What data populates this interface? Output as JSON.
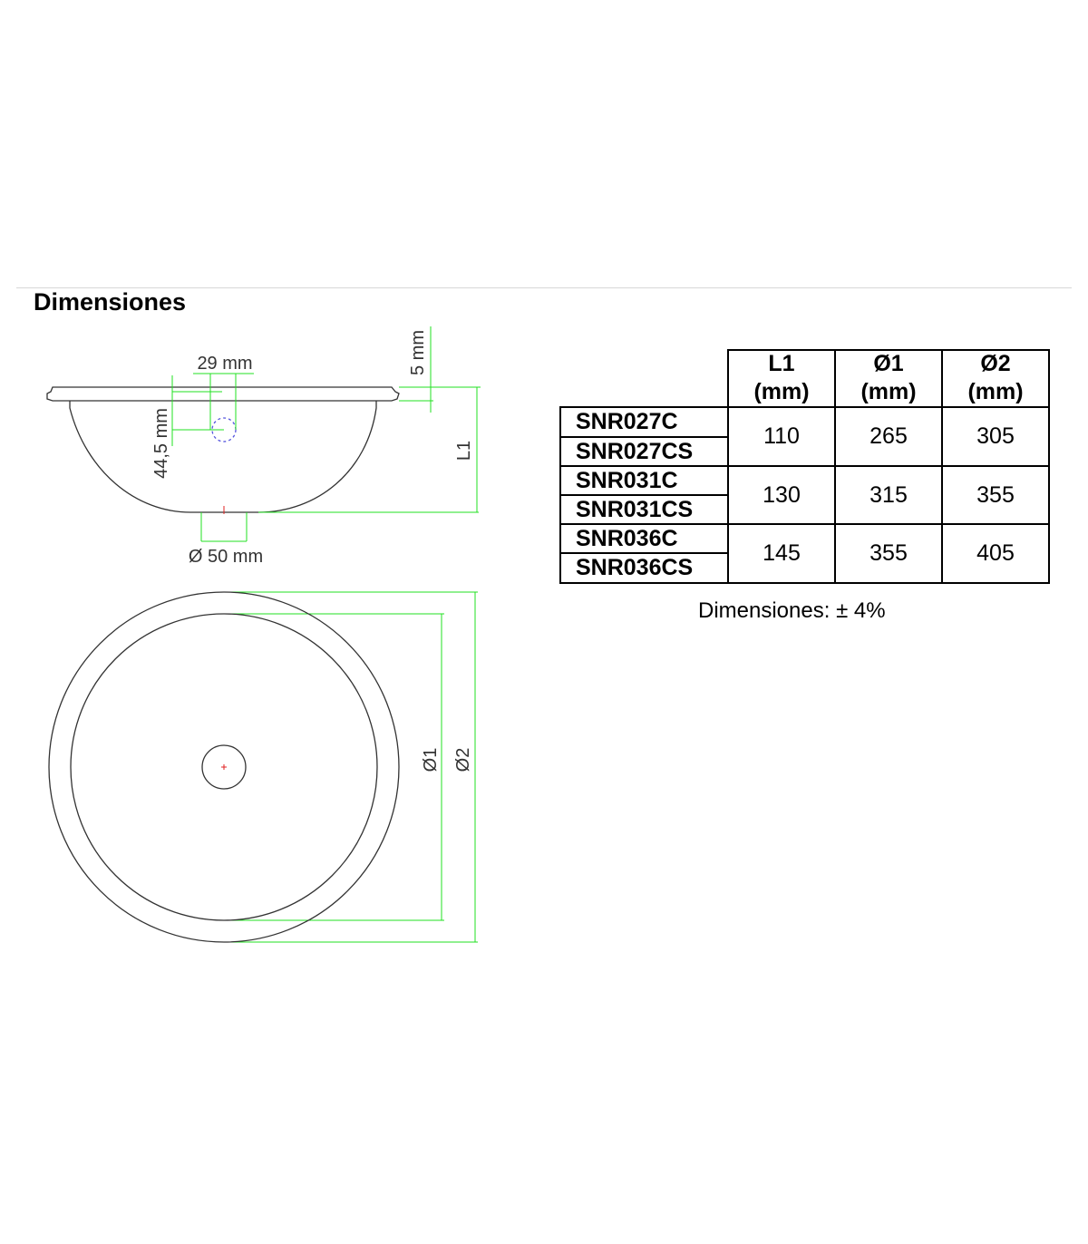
{
  "section_title": "Dimensiones",
  "diagram": {
    "labels": {
      "hole_spacing": "29 mm",
      "rim_thickness": "5 mm",
      "hole_depth": "44,5 mm",
      "depth": "L1",
      "drain_diameter": "Ø 50 mm",
      "inner_diameter": "Ø1",
      "outer_diameter": "Ø2"
    },
    "colors": {
      "dimension": "#22e022",
      "outline": "#333333",
      "center_mark": "#e02020",
      "overflow_hole": "#5555dd"
    }
  },
  "table": {
    "headers": [
      {
        "name": "L1",
        "unit": "(mm)"
      },
      {
        "name": "Ø1",
        "unit": "(mm)"
      },
      {
        "name": "Ø2",
        "unit": "(mm)"
      }
    ],
    "groups": [
      {
        "models": [
          "SNR027C",
          "SNR027CS"
        ],
        "values": [
          "110",
          "265",
          "305"
        ]
      },
      {
        "models": [
          "SNR031C",
          "SNR031CS"
        ],
        "values": [
          "130",
          "315",
          "355"
        ]
      },
      {
        "models": [
          "SNR036C",
          "SNR036CS"
        ],
        "values": [
          "145",
          "355",
          "405"
        ]
      }
    ]
  },
  "tolerance_note": "Dimensiones: ± 4%"
}
